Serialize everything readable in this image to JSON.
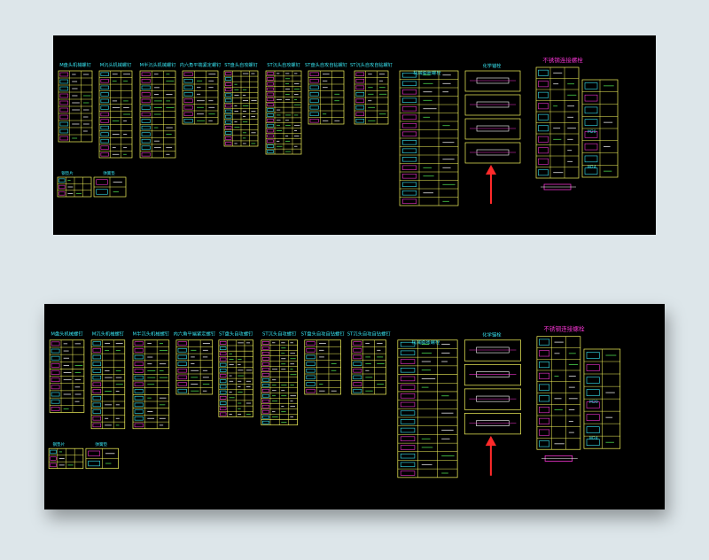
{
  "page": {
    "background": "#dde6ea",
    "panel_color": "#000000"
  },
  "colors": {
    "cad_yellow": "#f2f25a",
    "cad_cyan": "#37e3f0",
    "cad_magenta": "#ee33cc",
    "cad_red": "#ff2a2a",
    "cad_green": "#55ee55",
    "cad_white": "#ffffff"
  },
  "drawing": {
    "titles": [
      "M盘头机械螺钉",
      "M沉头机械螺钉",
      "M半沉头机械螺钉",
      "内六角平端紧定螺钉",
      "ST盘头自攻螺钉",
      "ST沉头自攻螺钉",
      "ST盘头自攻自钻螺钉",
      "ST沉头自攻自钻螺钉",
      "机械膨胀螺栓",
      "化学锚栓",
      "不锈钢连接螺栓"
    ],
    "small_titles": [
      "钢垫片",
      "弹簧垫"
    ],
    "size_labels": [
      "M20",
      "M24"
    ]
  }
}
